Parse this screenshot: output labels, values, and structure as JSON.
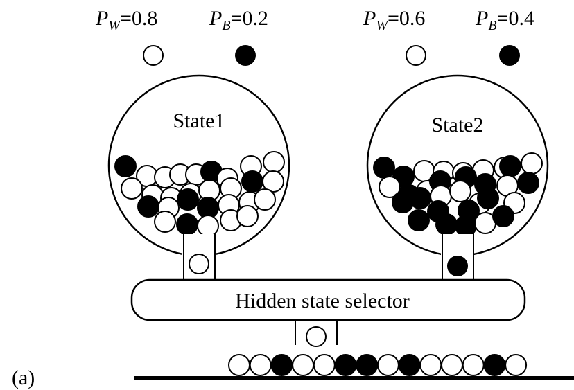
{
  "diagram": {
    "colors": {
      "white_ball": "#ffffff",
      "black_ball": "#000000",
      "stroke": "#000000",
      "background": "#ffffff"
    },
    "states": [
      {
        "id": "state1",
        "label": "State1",
        "prob_white": {
          "symbol": "P",
          "subscript": "W",
          "value": "=0.8"
        },
        "prob_black": {
          "symbol": "P",
          "subscript": "B",
          "value": "=0.2"
        },
        "emitted_ball": "white"
      },
      {
        "id": "state2",
        "label": "State2",
        "prob_white": {
          "symbol": "P",
          "subscript": "W",
          "value": "=0.6"
        },
        "prob_black": {
          "symbol": "P",
          "subscript": "B",
          "value": "=0.4"
        },
        "emitted_ball": "black"
      }
    ],
    "selector_label": "Hidden state selector",
    "selected_ball": "white",
    "output_sequence": [
      "white",
      "white",
      "black",
      "white",
      "white",
      "black",
      "black",
      "white",
      "black",
      "white",
      "white",
      "white",
      "black",
      "white"
    ],
    "panel_label": "(a)"
  }
}
